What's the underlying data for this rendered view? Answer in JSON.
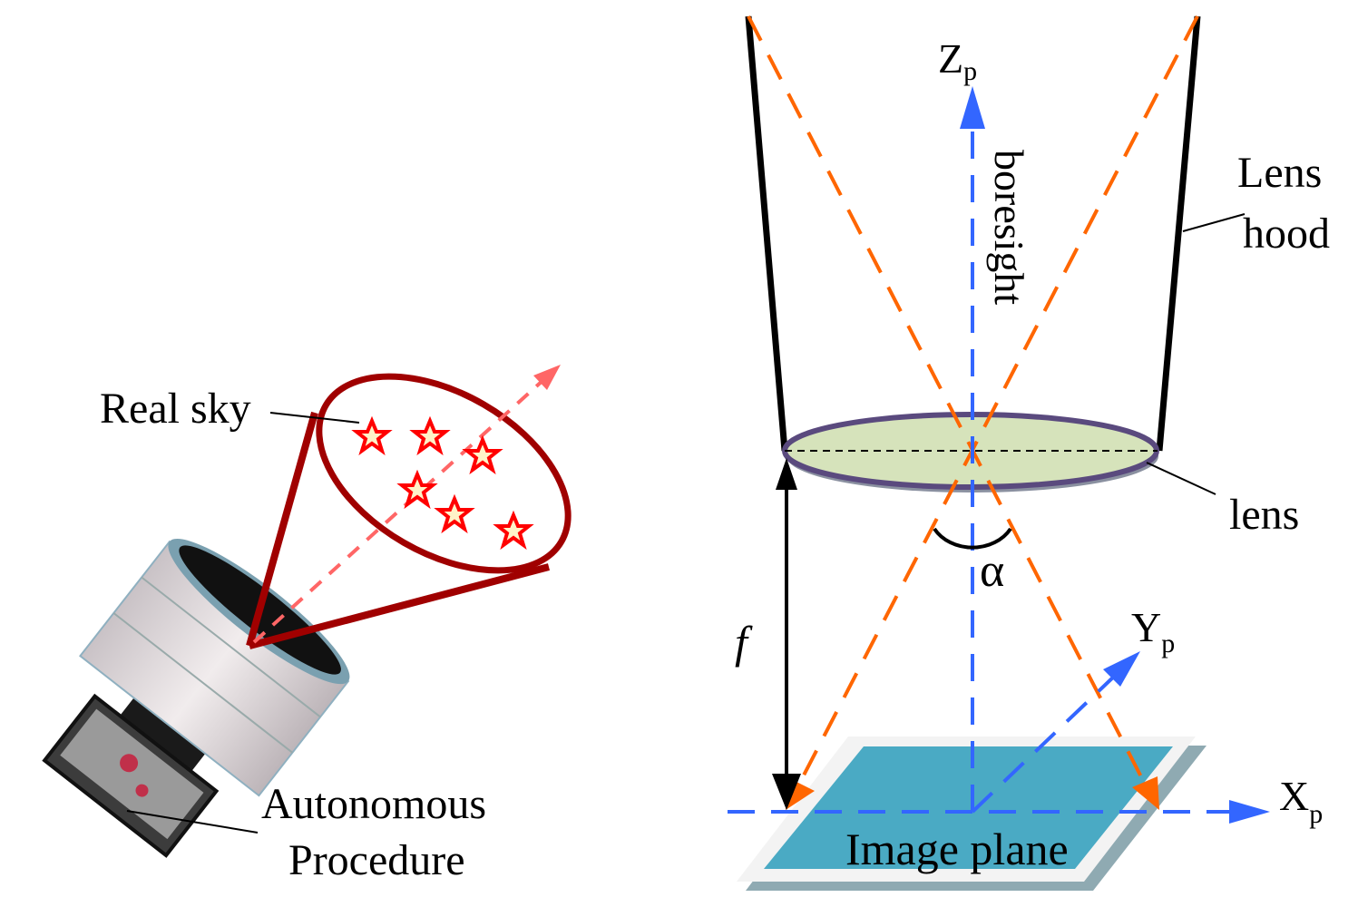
{
  "left_panel": {
    "real_sky_label": "Real sky",
    "autonomous_label_line1": "Autonomous",
    "autonomous_label_line2": "Procedure"
  },
  "right_panel": {
    "z_axis_label": "Z",
    "z_axis_sub": "p",
    "boresight_label": "boresight",
    "lens_hood_line1": "Lens",
    "lens_hood_line2": "hood",
    "lens_label": "lens",
    "alpha_label": "α",
    "focal_label": "f",
    "y_axis_label": "Y",
    "y_axis_sub": "p",
    "x_axis_label": "X",
    "x_axis_sub": "p",
    "image_plane_label": "Image plane"
  },
  "colors": {
    "cone": "#a00000",
    "star": "#ff0000",
    "boresight_axis": "#ff6666",
    "axes": "#3366ff",
    "rays": "#ff6600",
    "lens_fill": "#d6e3bb",
    "lens_stroke": "#5a4a7e",
    "image_plane": "#4aaac4"
  }
}
